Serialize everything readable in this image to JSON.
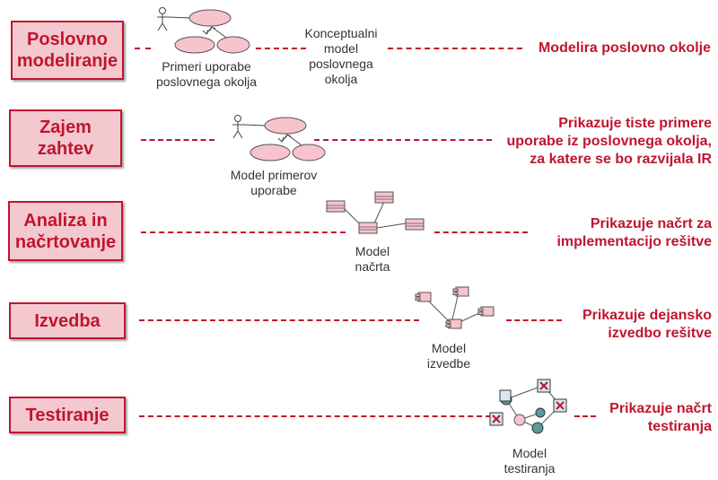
{
  "colors": {
    "accent": "#c0152f",
    "box_fill": "#f3c9cf",
    "ellipse_fill": "#f7c3cc",
    "label": "#333333"
  },
  "rows": [
    {
      "phase": "Poslovno\nmodeliranje",
      "models": [
        {
          "label": "Primeri uporabe\nposlovnega okolja",
          "icon": "use-case-diagram-icon"
        },
        {
          "label": "Konceptualni\nmodel\nposlovnega\nokolja",
          "icon": ""
        }
      ],
      "description": "Modelira poslovno okolje"
    },
    {
      "phase": "Zajem\nzahtev",
      "models": [
        {
          "label": "Model primerov\nuporabe",
          "icon": "use-case-diagram-icon"
        }
      ],
      "description": "Prikazuje tiste primere\nuporabe iz poslovnega okolja,\nza  katere se bo razvijala IR"
    },
    {
      "phase": "Analiza in\nnačrtovanje",
      "models": [
        {
          "label": "Model\nnačrta",
          "icon": "class-diagram-icon"
        }
      ],
      "description": "Prikazuje načrt za\nimplementacijo rešitve"
    },
    {
      "phase": "Izvedba",
      "models": [
        {
          "label": "Model\nizvedbe",
          "icon": "component-diagram-icon"
        }
      ],
      "description": "Prikazuje dejansko\nizvedbo rešitve"
    },
    {
      "phase": "Testiranje",
      "models": [
        {
          "label": "Model\ntestiranja",
          "icon": "test-model-icon"
        }
      ],
      "description": "Prikazuje načrt\ntestiranja"
    }
  ]
}
